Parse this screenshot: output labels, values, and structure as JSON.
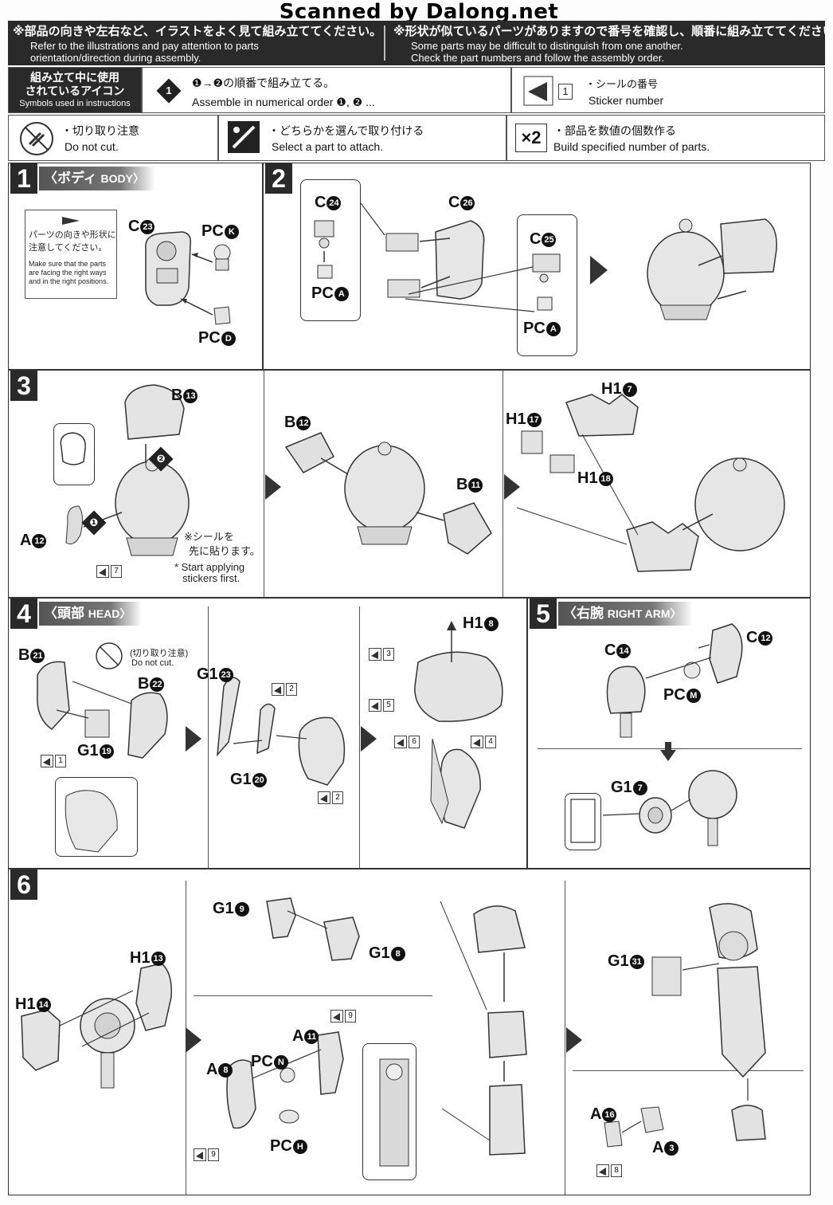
{
  "scan_label": "Scanned by Dalong.net",
  "top": {
    "left_jp": "※部品の向きや左右など、イラストをよく見て組み立ててください。",
    "left_en1": "Refer to the illustrations and pay attention to parts",
    "left_en2": "orientation/direction during assembly.",
    "right_jp": "※形状が似ているパーツがありますので番号を確認し、順番に組み立ててください。",
    "right_en1": "Some parts may be difficult to distinguish from one another.",
    "right_en2": "Check the part numbers and follow the assembly order."
  },
  "legend": {
    "title_jp1": "組み立て中に使用",
    "title_jp2": "されているアイコン",
    "title_en": "Symbols used in instructions",
    "order_jp": "❶→❷の順番で組み立てる。",
    "order_en": "Assemble in numerical order ❶, ❷ ...",
    "sticker_jp": "・シールの番号",
    "sticker_en": "Sticker number",
    "sticker_sample": "1",
    "nocut_jp": "・切り取り注意",
    "nocut_en": "Do not cut.",
    "select_jp": "・どちらかを選んで取り付ける",
    "select_en": "Select a part to attach.",
    "multi_icon": "×2",
    "multi_jp": "・部品を数値の個数作る",
    "multi_en": "Build specified number of parts."
  },
  "steps": {
    "s1": {
      "num": "1",
      "jp": "〈ボディ",
      "en": "BODY〉",
      "note_jp1": "パーツの向きや形状に",
      "note_jp2": "注意してください。",
      "note_en1": "Make sure that the parts",
      "note_en2": "are facing the right ways",
      "note_en3": "and in the right positions.",
      "parts": [
        {
          "n": "C",
          "c": "23"
        },
        {
          "n": "PC",
          "c": "K"
        },
        {
          "n": "PC",
          "c": "D"
        }
      ]
    },
    "s2": {
      "num": "2",
      "parts": [
        {
          "n": "C",
          "c": "24"
        },
        {
          "n": "PC",
          "c": "A"
        },
        {
          "n": "C",
          "c": "26"
        },
        {
          "n": "C",
          "c": "25"
        },
        {
          "n": "PC",
          "c": "A"
        }
      ]
    },
    "s3": {
      "num": "3",
      "parts": [
        {
          "n": "B",
          "c": "13"
        },
        {
          "n": "A",
          "c": "12"
        },
        {
          "n": "B",
          "c": "12"
        },
        {
          "n": "B",
          "c": "11"
        },
        {
          "n": "H1",
          "c": "7"
        },
        {
          "n": "H1",
          "c": "17"
        },
        {
          "n": "H1",
          "c": "18"
        }
      ],
      "stk_note_jp1": "※シールを",
      "stk_note_jp2": "先に貼ります。",
      "stk_note_en1": "* Start applying",
      "stk_note_en2": "stickers first.",
      "sticker": "7",
      "o1": "❶",
      "o2": "❷"
    },
    "s4": {
      "num": "4",
      "jp": "〈頭部",
      "en": "HEAD〉",
      "nocut_jp": "(切り取り注意)",
      "nocut_en": "Do not cut.",
      "parts": [
        {
          "n": "B",
          "c": "21"
        },
        {
          "n": "B",
          "c": "22"
        },
        {
          "n": "G1",
          "c": "19"
        },
        {
          "n": "G1",
          "c": "23"
        },
        {
          "n": "G1",
          "c": "20"
        },
        {
          "n": "H1",
          "c": "8"
        }
      ],
      "stickers": [
        "1",
        "2",
        "2",
        "3",
        "5",
        "6",
        "4"
      ]
    },
    "s5": {
      "num": "5",
      "jp": "〈右腕",
      "en": "RIGHT ARM〉",
      "parts": [
        {
          "n": "C",
          "c": "14"
        },
        {
          "n": "C",
          "c": "12"
        },
        {
          "n": "PC",
          "c": "M"
        },
        {
          "n": "G1",
          "c": "7"
        }
      ]
    },
    "s6": {
      "num": "6",
      "parts": [
        {
          "n": "H1",
          "c": "13"
        },
        {
          "n": "H1",
          "c": "14"
        },
        {
          "n": "G1",
          "c": "9"
        },
        {
          "n": "G1",
          "c": "8"
        },
        {
          "n": "A",
          "c": "11"
        },
        {
          "n": "PC",
          "c": "N"
        },
        {
          "n": "A",
          "c": "8"
        },
        {
          "n": "PC",
          "c": "H"
        },
        {
          "n": "G1",
          "c": "31"
        },
        {
          "n": "A",
          "c": "16"
        },
        {
          "n": "A",
          "c": "3"
        }
      ],
      "stickers": [
        "9",
        "9",
        "8"
      ]
    }
  }
}
